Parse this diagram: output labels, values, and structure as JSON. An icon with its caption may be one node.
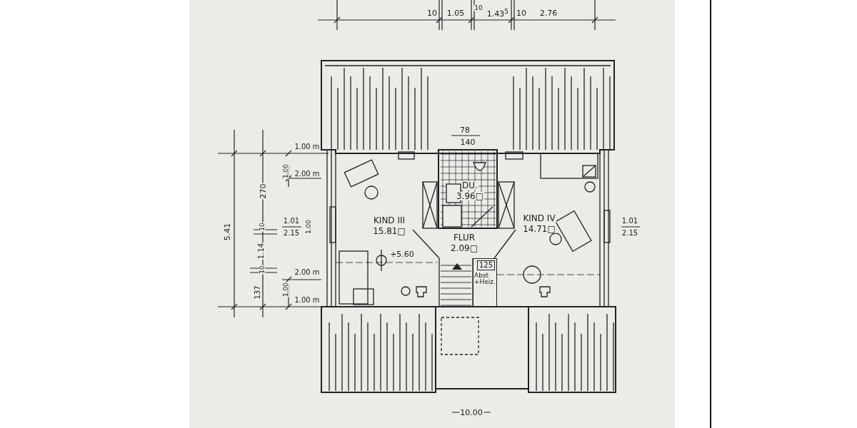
{
  "diagram": {
    "nodes": [
      {
        "text": [
          "DU.",
          "3.96□"
        ]
      },
      {
        "text": [
          "KIND III",
          "15.81□"
        ]
      },
      {
        "text": [
          "KIND IV",
          "14.71□"
        ]
      },
      {
        "text": [
          "FLUR",
          "2.09□"
        ]
      },
      {
        "text": [
          "Abst +Heiz."
        ]
      },
      {
        "text": [
          "125"
        ],
        "in": 4
      }
    ],
    "edges": [],
    "labels": [
      "10",
      "1.05",
      "10",
      "1.43$^{5}$",
      "10",
      "2.76",
      "78",
      "140",
      "1.00 m",
      "1.00",
      "2.00 m",
      "270",
      "5.41",
      "10",
      "1.01",
      "2.15",
      "1.00",
      "1.01",
      "2.15",
      "1.14",
      "+5.60",
      "137",
      "10",
      "2.00 m",
      "1.00",
      "1.00 m",
      "10.00"
    ]
  }
}
